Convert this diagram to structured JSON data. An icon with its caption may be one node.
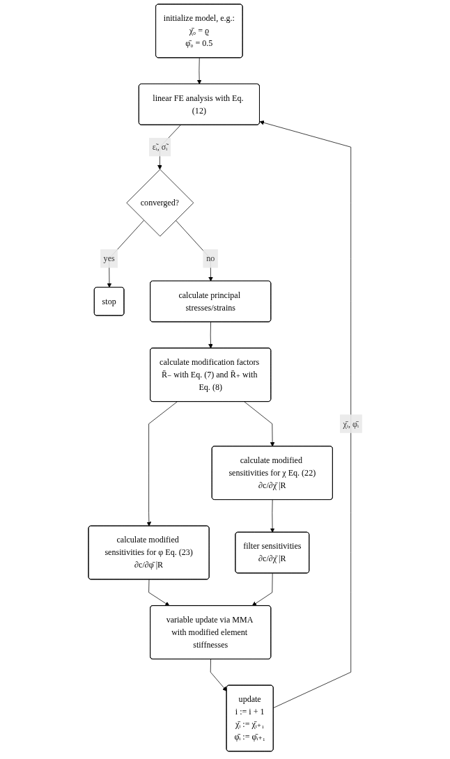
{
  "diagram": {
    "nodes": [
      {
        "text": [
          "initialize model, e.g.:",
          "χ̄₀ = ϱ",
          "φ̄₀ = 0.5"
        ]
      },
      {
        "text": [
          "linear FE analysis with Eq. (12)"
        ]
      },
      {
        "text": [
          "converged?"
        ]
      },
      {
        "text": [
          "stop"
        ]
      },
      {
        "text": [
          "calculate principal stresses/strains"
        ]
      },
      {
        "text": [
          "calculate modification factors R̄₋ with Eq. (7) and R̄₊ with Eq. (8)"
        ]
      },
      {
        "text": [
          "calculate modified sensitivities for φ Eq. (23)",
          "∂c/∂φ̄ |R"
        ]
      },
      {
        "text": [
          "calculate modified sensitivities for χ Eq. (22)",
          "∂c/∂χ̄ |R"
        ]
      },
      {
        "text": [
          "filter sensitivities",
          "∂c/∂χ̄ |R"
        ]
      },
      {
        "text": [
          "variable update via MMA with modified element stiffnesses"
        ]
      },
      {
        "text": [
          "update",
          "i := i + 1",
          "χ̄ᵢ := χ̄ᵢ₊₁",
          "φ̄ᵢ := φ̄ᵢ₊₁"
        ]
      }
    ],
    "edges": [
      {
        "from": 0,
        "to": 1,
        "arrow": "to"
      },
      {
        "from": 1,
        "to": 2,
        "arrow": "to",
        "label": "ε̃ᵢ, σ̃ᵢ"
      },
      {
        "from": 2,
        "to": 3,
        "arrow": "to",
        "label": "yes"
      },
      {
        "from": 2,
        "to": 4,
        "arrow": "to",
        "label": "no"
      },
      {
        "from": 4,
        "to": 5,
        "arrow": "to"
      },
      {
        "from": 5,
        "to": 6,
        "arrow": "to"
      },
      {
        "from": 5,
        "to": 7,
        "arrow": "to"
      },
      {
        "from": 7,
        "to": 8,
        "arrow": "to"
      },
      {
        "from": 6,
        "to": 9,
        "arrow": "to"
      },
      {
        "from": 8,
        "to": 9,
        "arrow": "to"
      },
      {
        "from": 9,
        "to": 10,
        "arrow": "to"
      },
      {
        "from": 10,
        "to": 1,
        "arrow": "to",
        "label": "χ̄ᵢ, φ̄ᵢ"
      }
    ]
  }
}
